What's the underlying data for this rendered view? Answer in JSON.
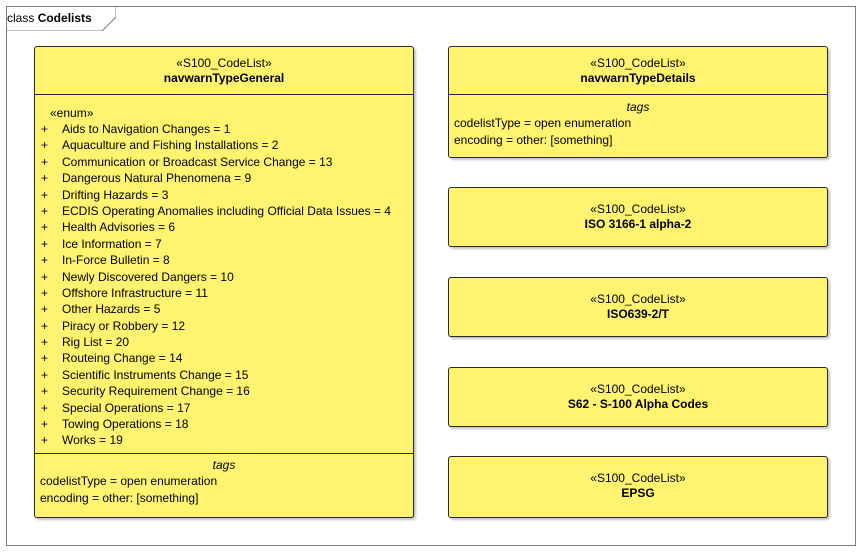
{
  "frame": {
    "keyword": "class",
    "name": "Codelists"
  },
  "classes": {
    "general": {
      "stereotype": "«S100_CodeList»",
      "name": "navwarnTypeGeneral",
      "enum_keyword": "«enum»",
      "literal_prefix": "+",
      "literals": [
        "Aids to Navigation Changes = 1",
        "Aquaculture and Fishing Installations = 2",
        "Communication or Broadcast Service Change = 13",
        "Dangerous Natural Phenomena = 9",
        "Drifting Hazards = 3",
        "ECDIS Operating Anomalies including Official Data Issues = 4",
        "Health Advisories = 6",
        "Ice Information = 7",
        "In-Force Bulletin = 8",
        "Newly Discovered Dangers = 10",
        "Offshore Infrastructure = 11",
        "Other Hazards = 5",
        "Piracy or Robbery = 12",
        "Rig List = 20",
        "Routeing Change = 14",
        "Scientific Instruments Change = 15",
        "Security Requirement Change = 16",
        "Special Operations = 17",
        "Towing Operations = 18",
        "Works = 19"
      ],
      "tags_title": "tags",
      "tags": [
        "codelistType = open enumeration",
        "encoding = other: [something]"
      ]
    },
    "details": {
      "stereotype": "«S100_CodeList»",
      "name": "navwarnTypeDetails",
      "tags_title": "tags",
      "tags": [
        "codelistType = open enumeration",
        "encoding = other: [something]"
      ]
    },
    "iso3166": {
      "stereotype": "«S100_CodeList»",
      "name": "ISO 3166-1 alpha-2"
    },
    "iso639": {
      "stereotype": "«S100_CodeList»",
      "name": "ISO639-2/T"
    },
    "s62": {
      "stereotype": "«S100_CodeList»",
      "name": "S62 - S-100 Alpha Codes"
    },
    "epsg": {
      "stereotype": "«S100_CodeList»",
      "name": "EPSG"
    }
  },
  "colors": {
    "class_fill": "#fff36f",
    "border": "#2b2b2b",
    "frame_border": "#7a7a7a"
  }
}
